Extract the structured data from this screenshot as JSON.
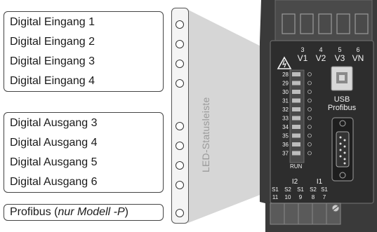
{
  "inputs": [
    "Digital Eingang 1",
    "Digital Eingang 2",
    "Digital Eingang 3",
    "Digital Eingang 4"
  ],
  "outputs": [
    "Digital Ausgang 3",
    "Digital Ausgang 4",
    "Digital Ausgang 5",
    "Digital Ausgang 6"
  ],
  "profibus": {
    "prefix": "Profibus (",
    "italic": "nur Modell -P",
    "suffix": ")"
  },
  "strip_caption": "LED-Statusleiste",
  "device": {
    "voltage_numbers": [
      "3",
      "4",
      "5",
      "6"
    ],
    "voltage_labels": [
      "V1",
      "V2",
      "V3",
      "VN"
    ],
    "led_numbers": [
      "28",
      "29",
      "30",
      "31",
      "32",
      "33",
      "34",
      "35",
      "36",
      "37"
    ],
    "run_label": "RUN",
    "usb_label": "USB",
    "profibus_label": "Profibus",
    "current_groups": [
      "I2",
      "I1"
    ],
    "current_labels": [
      "S1",
      "S2",
      "S1",
      "S2",
      "S1"
    ],
    "current_numbers": [
      "11",
      "10",
      "9",
      "8",
      "7"
    ]
  }
}
